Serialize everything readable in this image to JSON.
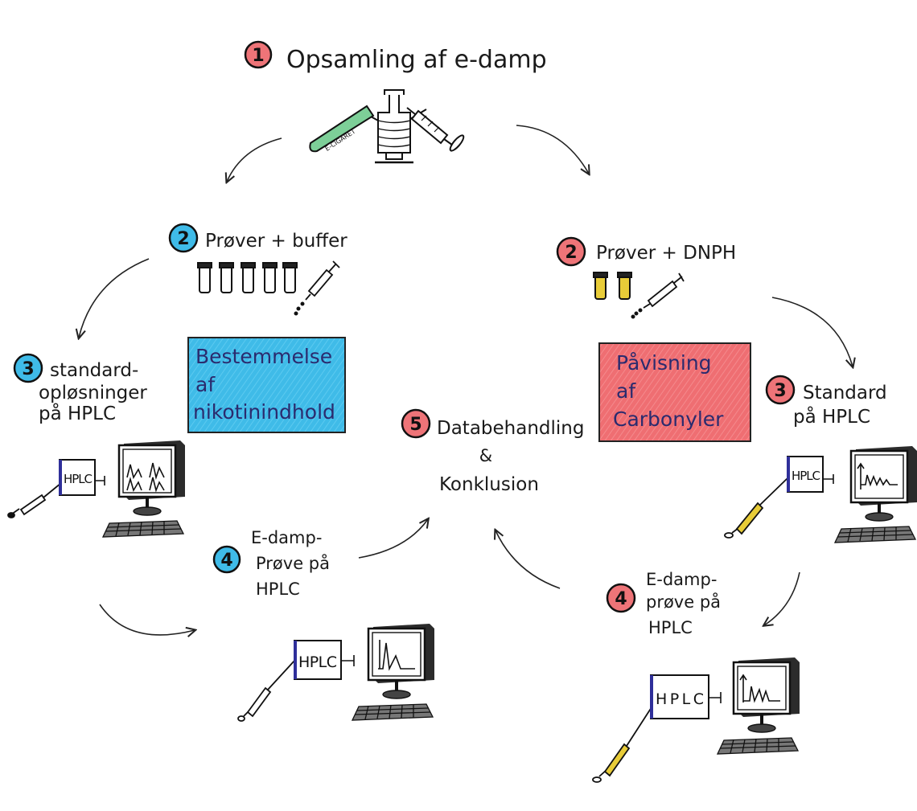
{
  "colors": {
    "blue_fill": "#39b8e6",
    "red_fill": "#ee6f73",
    "green_ecig": "#7dcf98",
    "yellow_liquid": "#e8cc38",
    "hplc_edge": "#2f2f9a",
    "ink": "#1a1a1a"
  },
  "step1": {
    "number": "1",
    "label": "Opsamling af e-damp",
    "ecig_label": "E-CIGARET"
  },
  "left": {
    "step2": {
      "number": "2",
      "label": "Prøver + buffer"
    },
    "box": {
      "lines": [
        "Bestemmelse",
        "af",
        "nikotinindhold"
      ]
    },
    "step3": {
      "number": "3",
      "lines": [
        "standard-",
        "opløsninger",
        "på HPLC"
      ]
    },
    "step4": {
      "number": "4",
      "lines": [
        "E-damp-",
        "Prøve på",
        "HPLC"
      ]
    }
  },
  "right": {
    "step2": {
      "number": "2",
      "label": "Prøver + DNPH"
    },
    "box": {
      "lines": [
        "Påvisning",
        "af",
        "Carbonyler"
      ]
    },
    "step3": {
      "number": "3",
      "lines": [
        "Standard",
        "på HPLC"
      ]
    },
    "step4": {
      "number": "4",
      "lines": [
        "E-damp-",
        "prøve på",
        "HPLC"
      ]
    }
  },
  "center": {
    "step5": {
      "number": "5",
      "lines": [
        "Databehandling",
        "&",
        "Konklusion"
      ]
    }
  },
  "hplc_label": "HPLC",
  "icons": [
    "syringe-icon",
    "vial-icon",
    "ecigarette-icon",
    "collection-apparatus-icon",
    "hplc-instrument-icon",
    "computer-monitor-icon",
    "keyboard-icon",
    "arrow-icon"
  ]
}
